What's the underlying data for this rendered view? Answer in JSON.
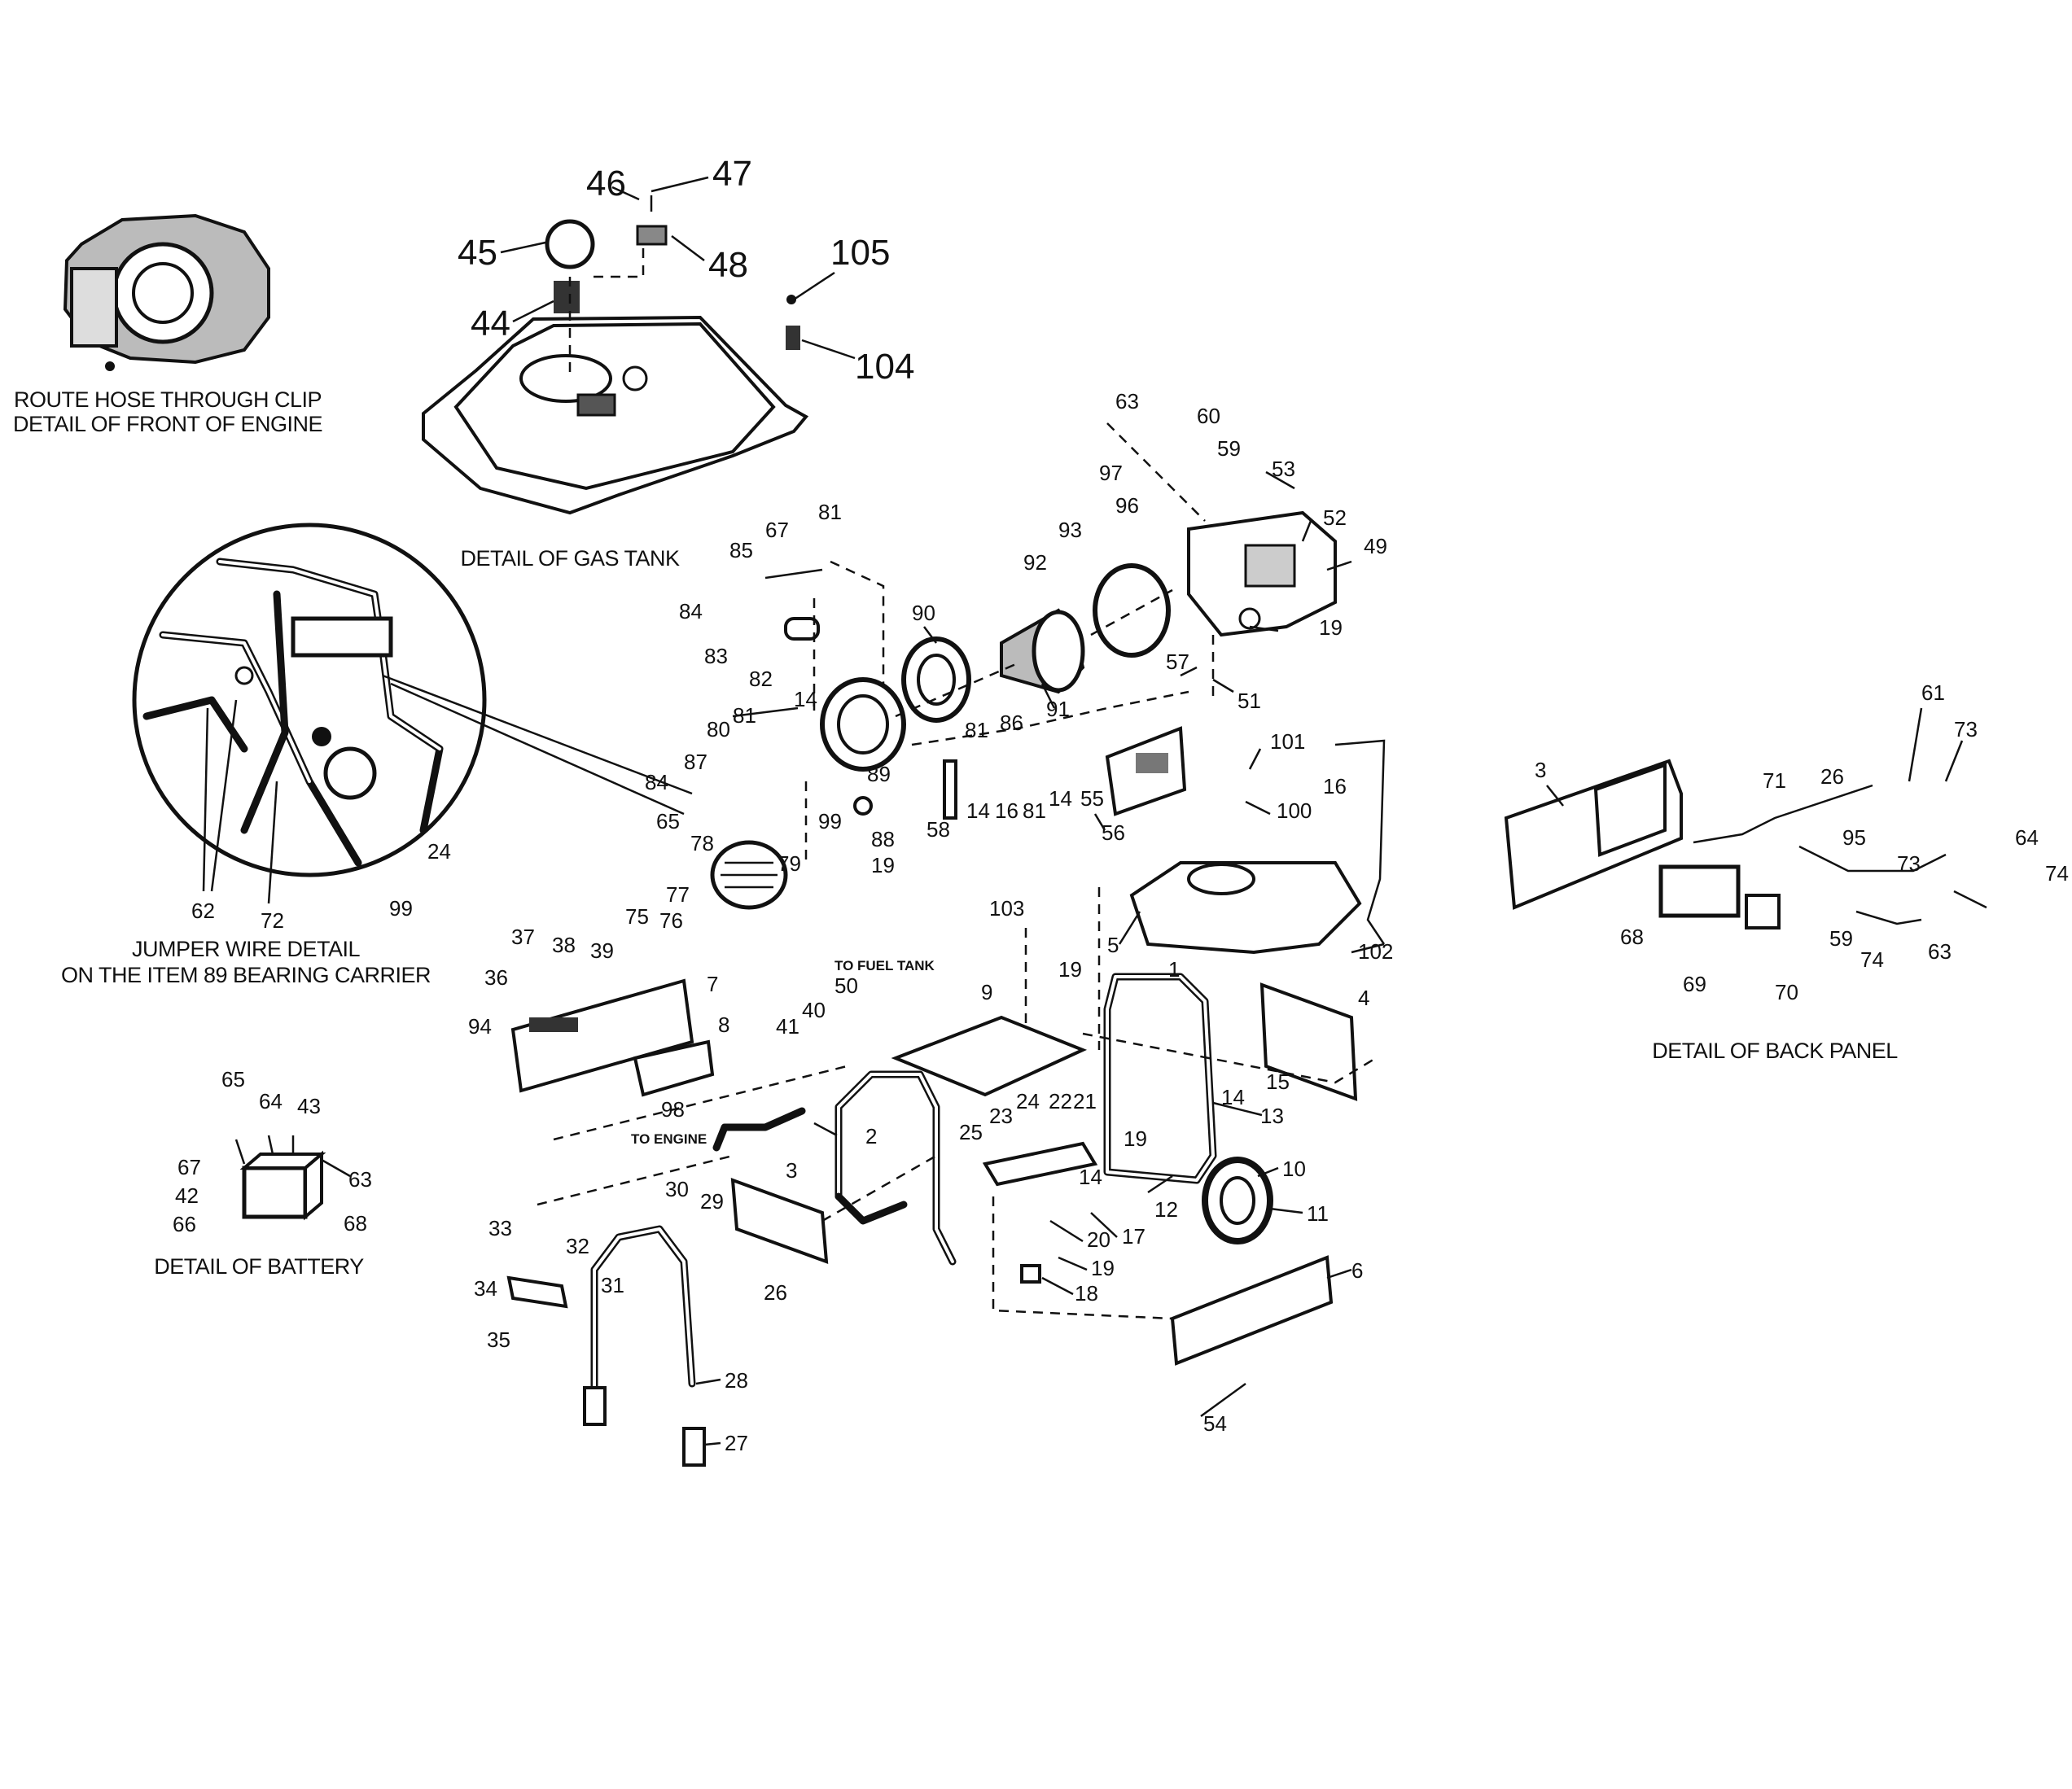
{
  "captions": {
    "front_engine_1": "ROUTE HOSE THROUGH CLIP",
    "front_engine_2": "DETAIL OF FRONT OF ENGINE",
    "gas_tank": "DETAIL OF GAS TANK",
    "jumper_1": "JUMPER WIRE DETAIL",
    "jumper_2": "ON THE ITEM 89 BEARING CARRIER",
    "battery": "DETAIL OF BATTERY",
    "back_panel": "DETAIL OF BACK PANEL",
    "to_fuel_tank": "TO FUEL TANK",
    "to_engine": "TO ENGINE"
  },
  "labels": [
    {
      "id": "46",
      "t": "46"
    },
    {
      "id": "47",
      "t": "47"
    },
    {
      "id": "45",
      "t": "45"
    },
    {
      "id": "48",
      "t": "48"
    },
    {
      "id": "44",
      "t": "44"
    },
    {
      "id": "105",
      "t": "105"
    },
    {
      "id": "104",
      "t": "104"
    },
    {
      "id": "63a",
      "t": "63"
    },
    {
      "id": "60",
      "t": "60"
    },
    {
      "id": "59a",
      "t": "59"
    },
    {
      "id": "97",
      "t": "97"
    },
    {
      "id": "53",
      "t": "53"
    },
    {
      "id": "96",
      "t": "96"
    },
    {
      "id": "52",
      "t": "52"
    },
    {
      "id": "93",
      "t": "93"
    },
    {
      "id": "49",
      "t": "49"
    },
    {
      "id": "92",
      "t": "92"
    },
    {
      "id": "19a",
      "t": "19"
    },
    {
      "id": "90",
      "t": "90"
    },
    {
      "id": "91",
      "t": "91"
    },
    {
      "id": "57",
      "t": "57"
    },
    {
      "id": "51",
      "t": "51"
    },
    {
      "id": "81a",
      "t": "81"
    },
    {
      "id": "67a",
      "t": "67"
    },
    {
      "id": "85",
      "t": "85"
    },
    {
      "id": "84a",
      "t": "84"
    },
    {
      "id": "83",
      "t": "83"
    },
    {
      "id": "82",
      "t": "82"
    },
    {
      "id": "14a",
      "t": "14"
    },
    {
      "id": "81b",
      "t": "81"
    },
    {
      "id": "80",
      "t": "80"
    },
    {
      "id": "87",
      "t": "87"
    },
    {
      "id": "84b",
      "t": "84"
    },
    {
      "id": "65a",
      "t": "65"
    },
    {
      "id": "89",
      "t": "89"
    },
    {
      "id": "81c",
      "t": "81"
    },
    {
      "id": "86",
      "t": "86"
    },
    {
      "id": "99a",
      "t": "99"
    },
    {
      "id": "88",
      "t": "88"
    },
    {
      "id": "58",
      "t": "58"
    },
    {
      "id": "14b",
      "t": "14"
    },
    {
      "id": "16a",
      "t": "16"
    },
    {
      "id": "81d",
      "t": "81"
    },
    {
      "id": "14c",
      "t": "14"
    },
    {
      "id": "55",
      "t": "55"
    },
    {
      "id": "56",
      "t": "56"
    },
    {
      "id": "101",
      "t": "101"
    },
    {
      "id": "100",
      "t": "100"
    },
    {
      "id": "16b",
      "t": "16"
    },
    {
      "id": "19b",
      "t": "19"
    },
    {
      "id": "78",
      "t": "78"
    },
    {
      "id": "79",
      "t": "79"
    },
    {
      "id": "77",
      "t": "77"
    },
    {
      "id": "76",
      "t": "76"
    },
    {
      "id": "75",
      "t": "75"
    },
    {
      "id": "24a",
      "t": "24"
    },
    {
      "id": "62",
      "t": "62"
    },
    {
      "id": "72",
      "t": "72"
    },
    {
      "id": "99b",
      "t": "99"
    },
    {
      "id": "103",
      "t": "103"
    },
    {
      "id": "5",
      "t": "5"
    },
    {
      "id": "102",
      "t": "102"
    },
    {
      "id": "37",
      "t": "37"
    },
    {
      "id": "38",
      "t": "38"
    },
    {
      "id": "39",
      "t": "39"
    },
    {
      "id": "7",
      "t": "7"
    },
    {
      "id": "36",
      "t": "36"
    },
    {
      "id": "94",
      "t": "94"
    },
    {
      "id": "8",
      "t": "8"
    },
    {
      "id": "50",
      "t": "50"
    },
    {
      "id": "40",
      "t": "40"
    },
    {
      "id": "41",
      "t": "41"
    },
    {
      "id": "9",
      "t": "9"
    },
    {
      "id": "19c",
      "t": "19"
    },
    {
      "id": "1",
      "t": "1"
    },
    {
      "id": "4",
      "t": "4"
    },
    {
      "id": "98",
      "t": "98"
    },
    {
      "id": "15",
      "t": "15"
    },
    {
      "id": "14d",
      "t": "14"
    },
    {
      "id": "13",
      "t": "13"
    },
    {
      "id": "2",
      "t": "2"
    },
    {
      "id": "22",
      "t": "22"
    },
    {
      "id": "21",
      "t": "21"
    },
    {
      "id": "24b",
      "t": "24"
    },
    {
      "id": "23",
      "t": "23"
    },
    {
      "id": "25",
      "t": "25"
    },
    {
      "id": "19d",
      "t": "19"
    },
    {
      "id": "14e",
      "t": "14"
    },
    {
      "id": "10",
      "t": "10"
    },
    {
      "id": "12",
      "t": "12"
    },
    {
      "id": "11",
      "t": "11"
    },
    {
      "id": "65b",
      "t": "65"
    },
    {
      "id": "64a",
      "t": "64"
    },
    {
      "id": "43",
      "t": "43"
    },
    {
      "id": "67b",
      "t": "67"
    },
    {
      "id": "42",
      "t": "42"
    },
    {
      "id": "63b",
      "t": "63"
    },
    {
      "id": "66",
      "t": "66"
    },
    {
      "id": "68a",
      "t": "68"
    },
    {
      "id": "30",
      "t": "30"
    },
    {
      "id": "29",
      "t": "29"
    },
    {
      "id": "3a",
      "t": "3"
    },
    {
      "id": "33",
      "t": "33"
    },
    {
      "id": "32",
      "t": "32"
    },
    {
      "id": "31",
      "t": "31"
    },
    {
      "id": "34",
      "t": "34"
    },
    {
      "id": "35",
      "t": "35"
    },
    {
      "id": "26a",
      "t": "26"
    },
    {
      "id": "20",
      "t": "20"
    },
    {
      "id": "17",
      "t": "17"
    },
    {
      "id": "19e",
      "t": "19"
    },
    {
      "id": "18",
      "t": "18"
    },
    {
      "id": "6",
      "t": "6"
    },
    {
      "id": "28",
      "t": "28"
    },
    {
      "id": "27",
      "t": "27"
    },
    {
      "id": "54",
      "t": "54"
    },
    {
      "id": "61",
      "t": "61"
    },
    {
      "id": "73a",
      "t": "73"
    },
    {
      "id": "3b",
      "t": "3"
    },
    {
      "id": "71",
      "t": "71"
    },
    {
      "id": "26b",
      "t": "26"
    },
    {
      "id": "95",
      "t": "95"
    },
    {
      "id": "73b",
      "t": "73"
    },
    {
      "id": "64b",
      "t": "64"
    },
    {
      "id": "74a",
      "t": "74"
    },
    {
      "id": "68b",
      "t": "68"
    },
    {
      "id": "59b",
      "t": "59"
    },
    {
      "id": "74b",
      "t": "74"
    },
    {
      "id": "63c",
      "t": "63"
    },
    {
      "id": "69",
      "t": "69"
    },
    {
      "id": "70",
      "t": "70"
    }
  ]
}
